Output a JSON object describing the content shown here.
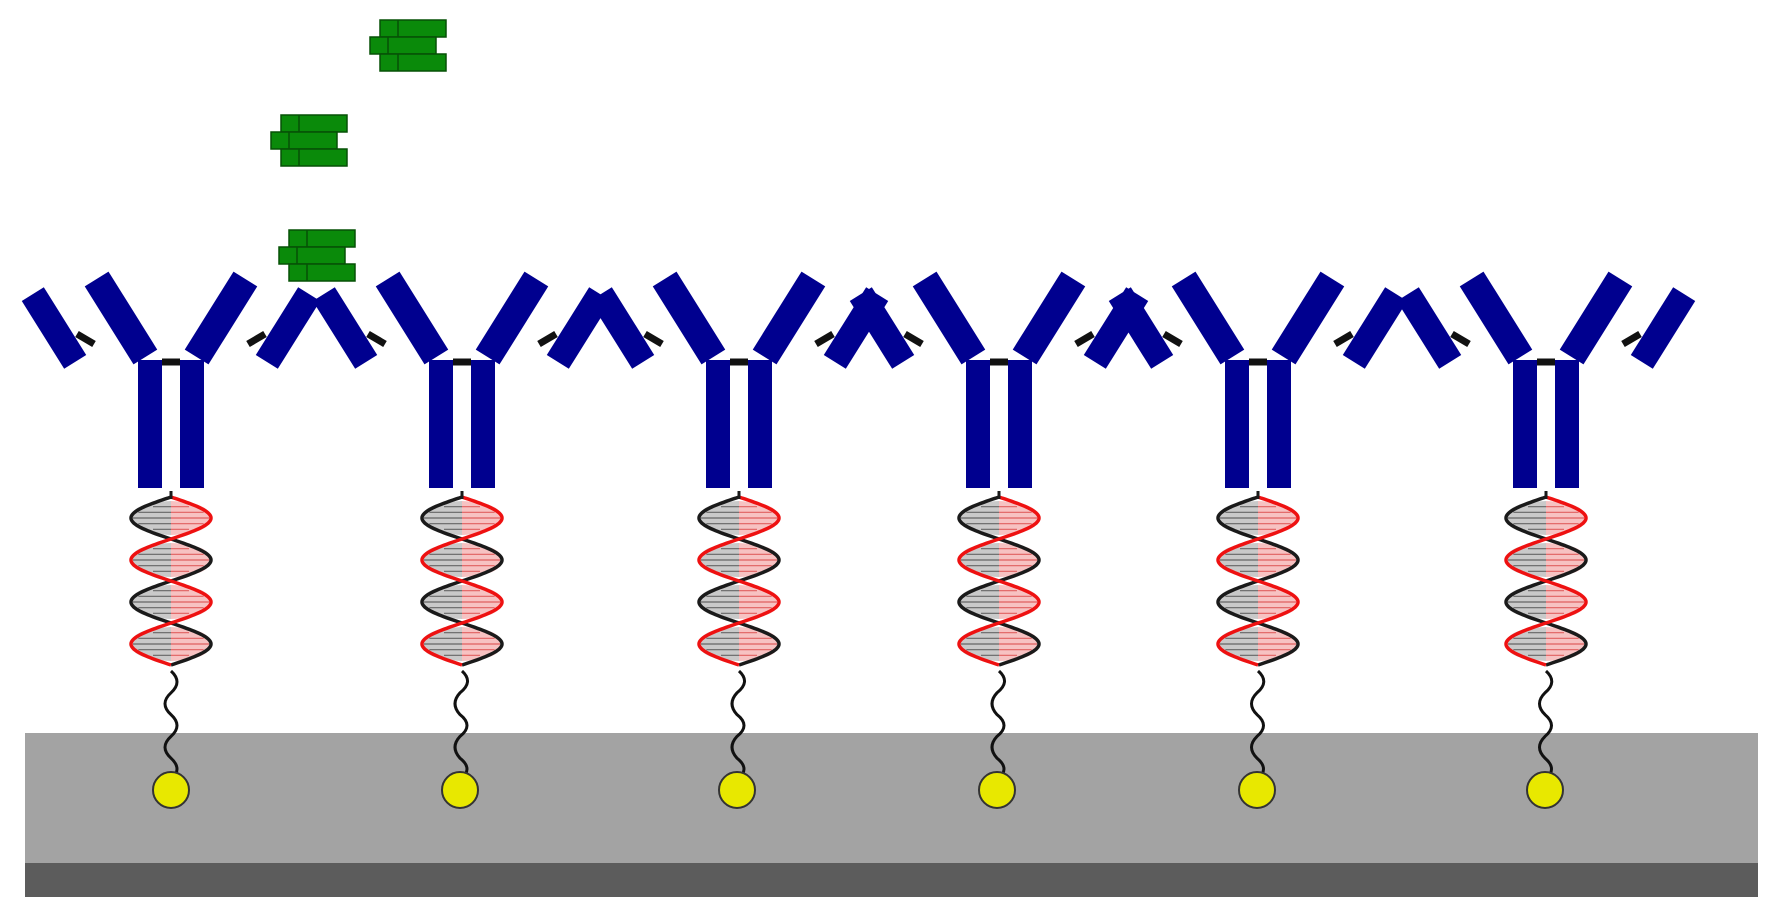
{
  "diagram": {
    "units": [
      {
        "id": "unit-1",
        "linker": "wavy"
      },
      {
        "id": "unit-2",
        "linker": "wavy"
      },
      {
        "id": "unit-3",
        "linker": "wavy"
      },
      {
        "id": "unit-4",
        "linker": "wavy"
      },
      {
        "id": "unit-5",
        "linker": "wavy"
      },
      {
        "id": "unit-6",
        "linker": "wavy"
      }
    ],
    "analytes": [
      {
        "id": "analyte-1"
      },
      {
        "id": "analyte-2"
      },
      {
        "id": "analyte-3"
      }
    ],
    "colors": {
      "antibody": "#00008f",
      "disulfide": "#111111",
      "helix_black": "#1a1a1a",
      "helix_red": "#ee1111",
      "helix_fill_left": "#c9c9c9",
      "helix_fill_right": "#f7c2c2",
      "anchor": "#e8e800",
      "anchor_outline": "#333333",
      "substrate_top": "#a3a3a3",
      "substrate_bottom": "#5c5c5c",
      "analyte": "#0a8a0a",
      "analyte_outline": "#065006"
    }
  }
}
